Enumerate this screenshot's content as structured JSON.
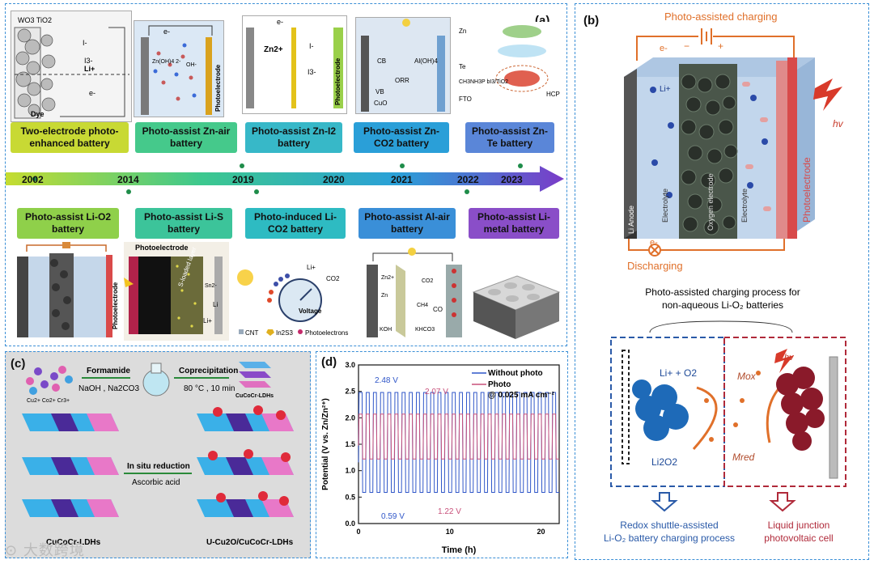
{
  "panel_a": {
    "label": "(a)",
    "top_items": [
      {
        "title": "Two-electrode photo-enhanced battery",
        "color": "#c8d934"
      },
      {
        "title": "Photo-assist Zn-air battery",
        "color": "#45c98b"
      },
      {
        "title": "Photo-assist Zn-I2 battery",
        "color": "#37b8c8"
      },
      {
        "title": "Photo-assist Zn-CO2 battery",
        "color": "#2a9fd8"
      },
      {
        "title": "Photo-assist Zn-Te battery",
        "color": "#5a86d8"
      }
    ],
    "bottom_items": [
      {
        "title": "Photo-assist Li-O2 battery",
        "color": "#8fd04a"
      },
      {
        "title": "Photo-assist Li-S battery",
        "color": "#3cc49a"
      },
      {
        "title": "Photo-induced Li-CO2 battery",
        "color": "#2ebbc2"
      },
      {
        "title": "Photo-assist Al-air battery",
        "color": "#3a8fd8"
      },
      {
        "title": "Photo-assist Li-metal battery",
        "color": "#8a4ec8"
      }
    ],
    "years": [
      "2002",
      "2014",
      "2019",
      "2020",
      "2021",
      "2022",
      "2023"
    ],
    "thumb_texts": {
      "t1_top": "WO3  TiO2",
      "t1_li": "Li+",
      "t1_i": "I-",
      "t1_i3": "I3-",
      "t1_dye": "Dye",
      "t1_e": "e-",
      "t2_e": "e-",
      "t2_zn": "Zn(OH)4 2-",
      "t2_oh": "OH-",
      "t2_side": "Photoelectrode",
      "t3_zn": "Zn2+",
      "t3_i": "I-",
      "t3_i3": "I3-",
      "t3_side": "Photoelectrode",
      "t3_e": "e-",
      "t4_cb": "CB",
      "t4_vb": "VB",
      "t4_cuo": "CuO",
      "t4_orr": "ORR",
      "t4_al": "Al(OH)4",
      "t5_zn": "Zn",
      "t5_te": "Te",
      "t5_ch": "CH3NH3P bI3/TiO2",
      "t5_fto": "FTO",
      "t5_hcp": "HCP",
      "b1_side": "Photoelectrode",
      "b2_top": "Photoelectrode",
      "b2_layer": "S-loaded layer",
      "b2_li": "Li",
      "b2_li2": "Li+",
      "b2_s": "Sn2-",
      "b3_li": "Li+",
      "b3_co2": "CO2",
      "b3_volt": "Voltage",
      "b3_cnt": "CNT",
      "b3_in": "In2S3",
      "b3_ph": "Photoelectrons",
      "b4_zn": "Zn2+",
      "b4_co2": "CO2",
      "b4_ch4": "CH4",
      "b4_co": "CO",
      "b4_koh": "KOH",
      "b4_khco": "KHCO3",
      "b4_zn0": "Zn"
    }
  },
  "panel_b": {
    "label": "(b)",
    "charging": "Photo-assisted charging",
    "e_minus": "e-",
    "minus": "−",
    "plus": "+",
    "hv": "hv",
    "li_plus": "Li+",
    "li_anode": "Li Anode",
    "electrolyte": "Electrolyte",
    "oxygen": "Oxygen electrode",
    "photoelectrode": "Photoelectrode",
    "discharging": "Discharging",
    "process_title": "Photo-assisted charging process for non-aqueous Li-O2 batteries",
    "lio2": "Li+ + O2",
    "li2o2": "Li2O2",
    "mox": "Mox",
    "mred": "Mred",
    "redox_label": "Redox shuttle-assisted Li-O2 battery charging process",
    "junction_label": "Liquid junction photovoltaic cell"
  },
  "panel_c": {
    "label": "(c)",
    "formamide": "Formamide",
    "naoh": "NaOH , Na2CO3",
    "coprecip": "Coprecipitation",
    "cond": "80 °C , 10 min",
    "ldh_small": "CuCoCr-LDHs",
    "ions": "Cu2+  Co2+  Cr3+",
    "reduction": "In situ reduction",
    "ascorbic": "Ascorbic acid",
    "ldh_label": "CuCoCr-LDHs",
    "ucu_label": "U-Cu2O/CuCoCr-LDHs"
  },
  "panel_d": {
    "label": "(d)",
    "legend_without": "Without photo",
    "legend_photo": "Photo",
    "legend_cond": "@ 0.025 mA cm-2",
    "ann": [
      "2.48 V",
      "2.07 V",
      "0.59 V",
      "1.22 V"
    ],
    "colors": {
      "without": "#2f56c8",
      "photo": "#c8507a"
    }
  },
  "watermark": "大数跨境",
  "chart_data": {
    "type": "line",
    "title": "",
    "xlabel": "Time (h)",
    "ylabel": "Potential (V vs. Zn/Zn2+)",
    "xlim": [
      0,
      22
    ],
    "ylim": [
      0.0,
      3.0
    ],
    "xticks": [
      0,
      10,
      20
    ],
    "yticks": [
      0.0,
      0.5,
      1.0,
      1.5,
      2.0,
      2.5,
      3.0
    ],
    "legend_position": "top-right",
    "series": [
      {
        "name": "Without photo",
        "cycles": 28,
        "high": 2.48,
        "low": 0.59
      },
      {
        "name": "Photo",
        "cycles": 28,
        "high": 2.07,
        "low": 1.22
      }
    ]
  }
}
